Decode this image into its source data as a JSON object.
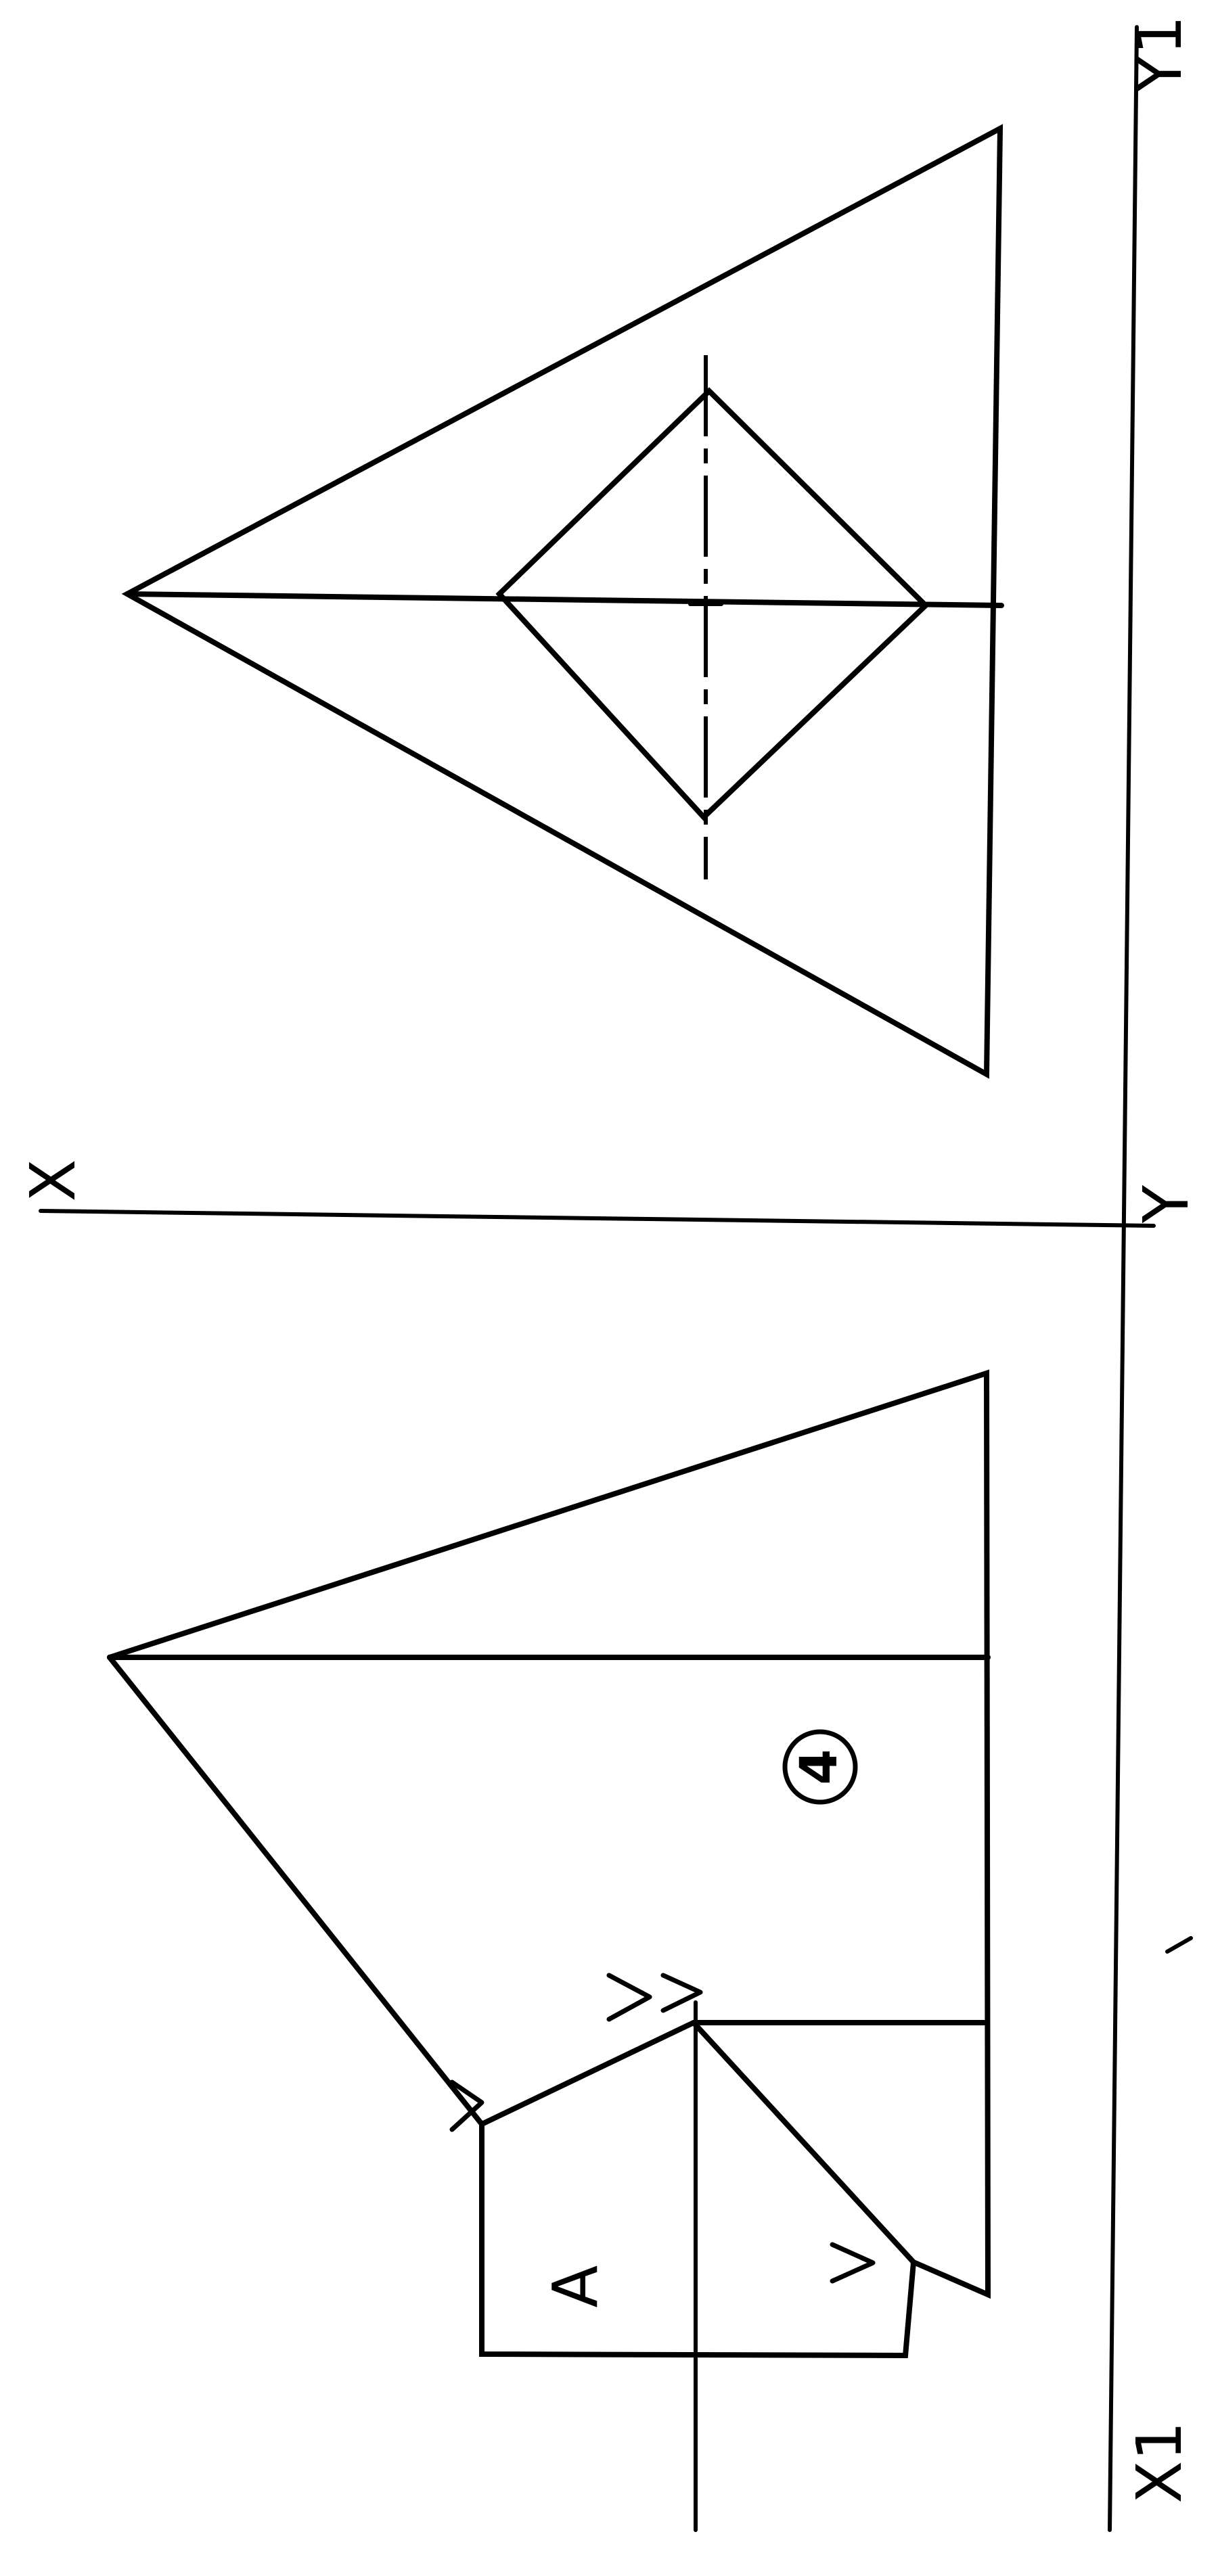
{
  "labels": {
    "x": "X",
    "y": "Y",
    "x1": "X1",
    "y1": "Y1",
    "a": "A",
    "num": "4"
  },
  "marks": {
    "tick": "✓"
  }
}
